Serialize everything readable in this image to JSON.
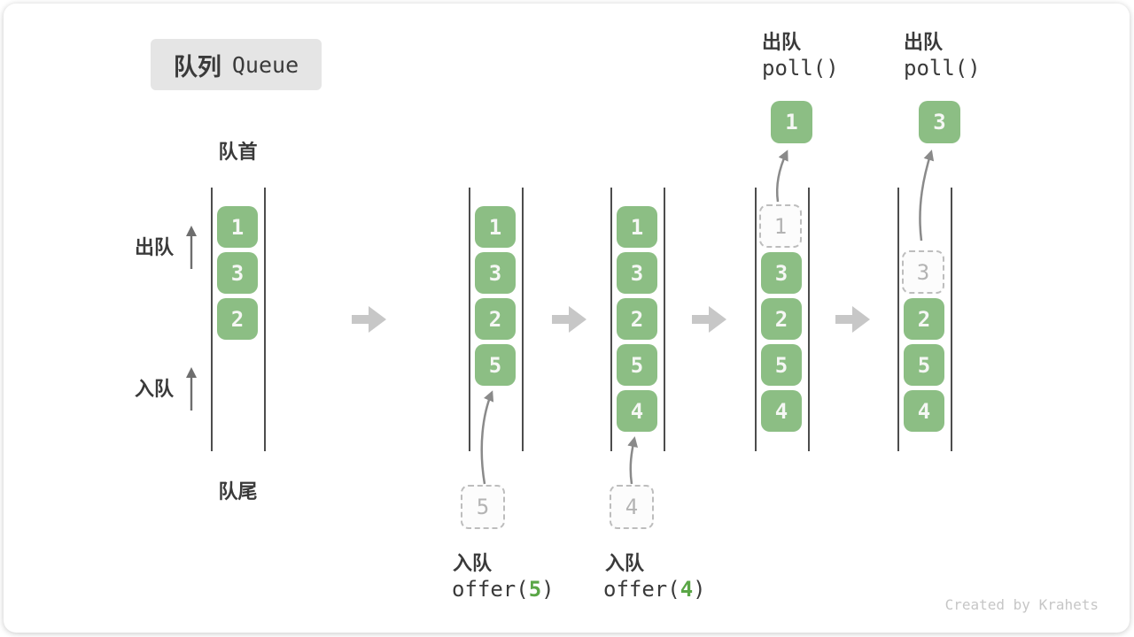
{
  "title": {
    "zh": "队列",
    "en": "Queue"
  },
  "labels": {
    "front": "队首",
    "rear": "队尾",
    "dequeue": "出队",
    "enqueue": "入队"
  },
  "ops": {
    "offer5": {
      "label": "入队",
      "pre": "offer(",
      "arg": "5",
      "post": ")"
    },
    "offer4": {
      "label": "入队",
      "pre": "offer(",
      "arg": "4",
      "post": ")"
    },
    "poll1": {
      "label": "出队",
      "code": "poll()"
    },
    "poll2": {
      "label": "出队",
      "code": "poll()"
    }
  },
  "queues": [
    {
      "cells": [
        "1",
        "3",
        "2"
      ]
    },
    {
      "cells": [
        "1",
        "3",
        "2",
        "5"
      ]
    },
    {
      "cells": [
        "1",
        "3",
        "2",
        "5",
        "4"
      ]
    },
    {
      "ghost": "1",
      "cells": [
        "3",
        "2",
        "5",
        "4"
      ]
    },
    {
      "ghost": "3",
      "cells": [
        "2",
        "5",
        "4"
      ]
    }
  ],
  "staged": {
    "offer5": "5",
    "offer4": "4"
  },
  "popped": {
    "poll1": "1",
    "poll2": "3"
  },
  "watermark": "Created by Krahets",
  "colors": {
    "block-green": "#8CBE84",
    "code-green": "#5AA646",
    "text-dark": "#3A3A3A",
    "arrow-gray": "#8A8A8A",
    "small-arrow-gray": "#6E6E6E",
    "flow-arrow-gray": "#C7C7C7",
    "ghost-border": "#BDBDBD",
    "ghost-text": "#B3B3B3",
    "line-dark": "#4D4D4D",
    "title-bg": "#E5E5E5",
    "watermark-gray": "#C6C6C6"
  }
}
